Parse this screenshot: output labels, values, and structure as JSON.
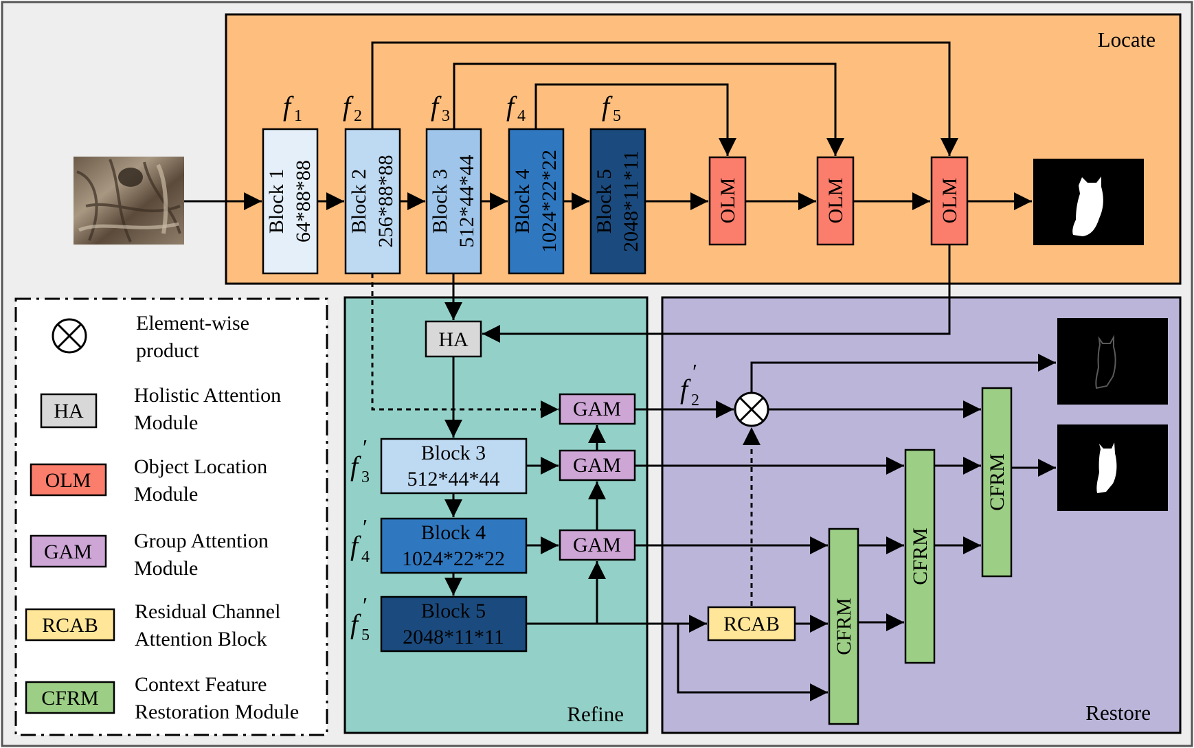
{
  "regions": {
    "locate": "Locate",
    "refine": "Refine",
    "restore": "Restore"
  },
  "backbone": {
    "blocks": [
      {
        "label": "Block 1",
        "dims": "64*88*88",
        "feature": "f",
        "sub": "1"
      },
      {
        "label": "Block 2",
        "dims": "256*88*88",
        "feature": "f",
        "sub": "2"
      },
      {
        "label": "Block 3",
        "dims": "512*44*44",
        "feature": "f",
        "sub": "3"
      },
      {
        "label": "Block 4",
        "dims": "1024*22*22",
        "feature": "f",
        "sub": "4"
      },
      {
        "label": "Block 5",
        "dims": "2048*11*11",
        "feature": "f",
        "sub": "5"
      }
    ],
    "olm_label": "OLM"
  },
  "refine": {
    "ha_label": "HA",
    "gam_label": "GAM",
    "blocks": [
      {
        "label": "Block 3",
        "dims": "512*44*44",
        "feature": "f",
        "sub": "3"
      },
      {
        "label": "Block 4",
        "dims": "1024*22*22",
        "feature": "f",
        "sub": "4"
      },
      {
        "label": "Block 5",
        "dims": "2048*11*11",
        "feature": "f",
        "sub": "5"
      }
    ]
  },
  "restore": {
    "rcab_label": "RCAB",
    "cfrm_label": "CFRM",
    "f2_prime": {
      "feature": "f",
      "sub": "2"
    }
  },
  "legend": {
    "items": [
      {
        "key": "otimes",
        "line1": "Element-wise",
        "line2": "product"
      },
      {
        "key": "HA",
        "line1": "Holistic Attention",
        "line2": "Module"
      },
      {
        "key": "OLM",
        "line1": "Object Location",
        "line2": "Module"
      },
      {
        "key": "GAM",
        "line1": "Group Attention",
        "line2": "Module"
      },
      {
        "key": "RCAB",
        "line1": "Residual Channel",
        "line2": "Attention Block"
      },
      {
        "key": "CFRM",
        "line1": "Context Feature",
        "line2": "Restoration Module"
      }
    ]
  },
  "colors": {
    "locate_bg": "#fdbe7e",
    "refine_bg": "#93d1c8",
    "restore_bg": "#bbb5d9",
    "outer_bg": "#eeeeee",
    "block_shades": [
      "#e4eff9",
      "#bed9f2",
      "#9fc6ea",
      "#2f78c0",
      "#1b4b7e"
    ],
    "olm": "#fb7d6b",
    "ha": "#d8d8d8",
    "gam": "#cda6d6",
    "rcab": "#ffe699",
    "cfrm": "#9ccf85"
  }
}
